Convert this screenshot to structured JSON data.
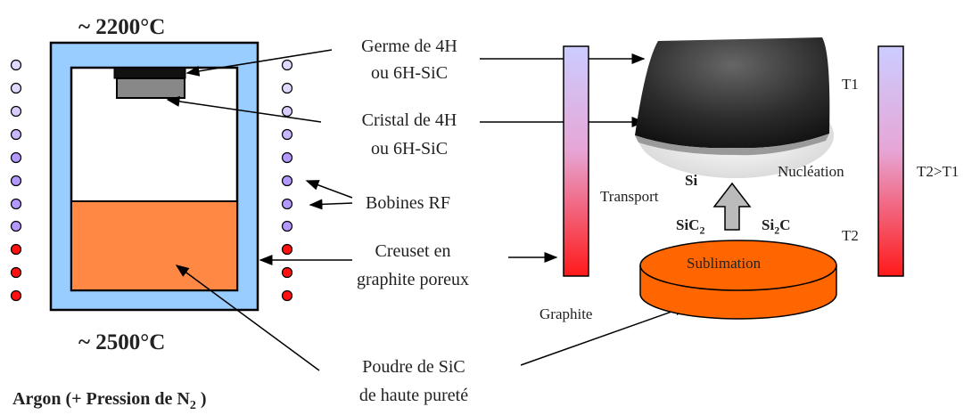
{
  "temps": {
    "top": "~ 2200°C",
    "bottom": "~ 2500°C"
  },
  "atmosphere": {
    "main": "Argon (+ Pression de N",
    "sub": "2",
    "close": " )"
  },
  "labels": {
    "seed_l1": "Germe de 4H",
    "seed_l2": "ou 6H-SiC",
    "crystal_l1": "Cristal de 4H",
    "crystal_l2": "ou 6H-SiC",
    "coils": "Bobines RF",
    "crucible_l1": "Creuset en",
    "crucible_l2": "graphite poreux",
    "powder_l1": "Poudre de SiC",
    "powder_l2": "de haute pureté"
  },
  "process": {
    "transport": "Transport",
    "si": "Si",
    "sic2_main": "SiC",
    "sic2_sub": "2",
    "si2c_a": "Si",
    "si2c_sub": "2",
    "si2c_b": "C",
    "nucleation": "Nucléation",
    "sublimation": "Sublimation",
    "graphite": "Graphite",
    "t1": "T1",
    "t2": "T2",
    "t2gt1": "T2>T1"
  },
  "colors": {
    "shell": "#99ccff",
    "powder": "#ff8844",
    "coil_purple": "#b399ff",
    "coil_red": "#ff1111",
    "sublimation": "#ff6600",
    "bar_top": "#ccccff",
    "bar_bottom": "#ff1a1a",
    "arrow_gray": "#bbbbbb"
  }
}
